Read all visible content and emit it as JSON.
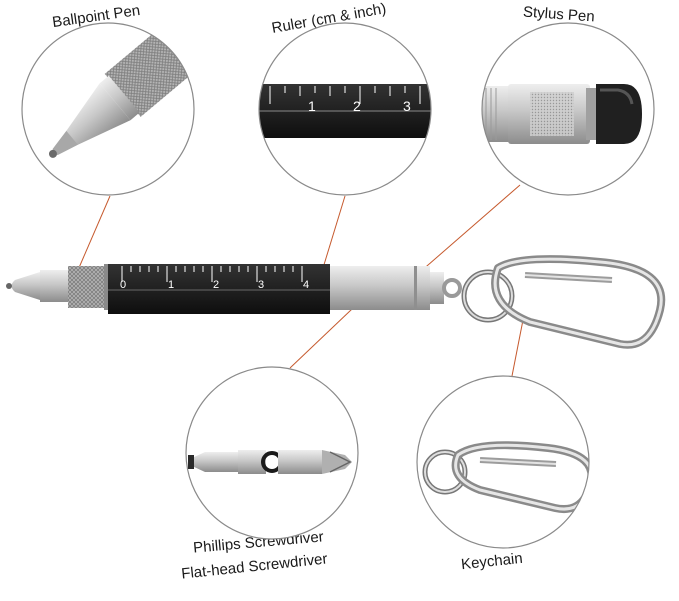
{
  "labels": {
    "ballpoint": "Ballpoint Pen",
    "ruler": "Ruler (cm & inch)",
    "stylus": "Stylus Pen",
    "phillips": "Phillips Screwdriver",
    "flathead": "Flat-head Screwdriver",
    "keychain": "Keychain"
  },
  "ruler_top": {
    "ticks": [
      "1",
      "2",
      "3"
    ]
  },
  "ruler_main": {
    "ticks": [
      "0",
      "1",
      "2",
      "3",
      "4"
    ]
  },
  "colors": {
    "callout_line": "#c65a2e",
    "circle_stroke": "#8a8a8a",
    "ruler_body": "#1c1c1c",
    "metal": "#c9c9c9"
  }
}
